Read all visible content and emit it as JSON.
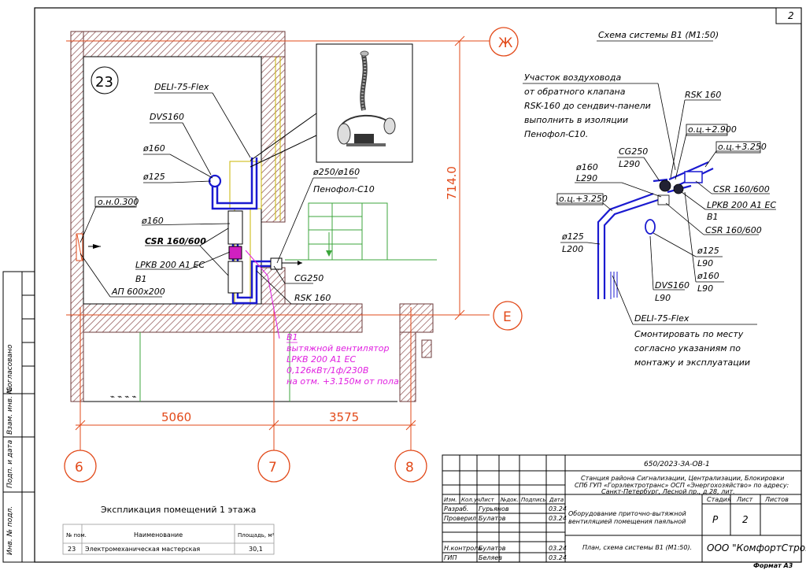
{
  "sheet_no": "2",
  "format": "Формат А3",
  "room_no": "23",
  "axes": {
    "zh": "Ж",
    "e": "Е",
    "a6": "6",
    "a7": "7",
    "a8": "8"
  },
  "dims": {
    "d1": "5060",
    "d2": "3575",
    "v1": "714.0"
  },
  "plan_labels": {
    "deli": "DELI-75-Flex",
    "dvs": "DVS160",
    "d160a": "ø160",
    "d125": "ø125",
    "d160b": "ø160",
    "onlevel": "о.н.0.300",
    "csr": "CSR 160/600",
    "lpkb": "LPKB 200 A1 EC",
    "b1": "B1",
    "ap": "АП 600х200",
    "d250": "ø250/ø160",
    "penofol": "Пенофол-С10",
    "cg": "CG250",
    "rsk": "RSK 160"
  },
  "fan_note": [
    "B1",
    "вытяжной вентилятор",
    "LPKB 200 A1 EC",
    "0,126кВт/1ф/230В",
    "на отм. +3.150м от пола"
  ],
  "scheme": {
    "title": "Схема системы В1 (М1:50)",
    "note": [
      "Участок воздуховода",
      "от обратного клапана",
      "RSK-160 до сендвич-панели",
      "выполнить в изоляции",
      "Пенофол-С10."
    ],
    "rsk": "RSK 160",
    "oc2900": "о.ц.+2.900",
    "oc3250a": "о.ц.+3.250",
    "cg250": "CG250",
    "l290a": "L290",
    "csr1": "CSR 160/600",
    "lpkb": "LPKB 200 A1 EC",
    "b1": "B1",
    "d160": "ø160",
    "l290b": "L290",
    "oc3250b": "о.ц.+3.250",
    "csr2": "CSR 160/600",
    "d125": "ø125",
    "l200": "L200",
    "d125b": "ø125",
    "l90a": "L90",
    "d160b": "ø160",
    "l90b": "L90",
    "dvs": "DVS160",
    "l90c": "L90",
    "deli": "DELI-75-Flex",
    "deli_note": [
      "Смонтировать по месту",
      "согласно указаниям по",
      "монтажу и эксплуатации"
    ]
  },
  "explication": {
    "title": "Экспликация помещений 1 этажа",
    "headers": [
      "№ пом.",
      "Наименование",
      "Площадь, м²"
    ],
    "rows": [
      [
        "23",
        "Электромеханическая мастерская",
        "30,1"
      ]
    ]
  },
  "stamp": {
    "code": "650/2023-ЗА-ОВ-1",
    "project": [
      "Станция района Сигнализации, Централизации, Блокировки",
      "СПб ГУП «Горэлектротранс» ОСП «Энергохозяйство» по адресу:",
      "Санкт-Петербург, Лесной пр., д.28, лит."
    ],
    "hdr": [
      "Изм.",
      "Кол.уч",
      "Лист",
      "№док.",
      "Подпись",
      "Дата"
    ],
    "people": [
      {
        "role": "Разраб.",
        "name": "Гурьянов",
        "date": "03.24"
      },
      {
        "role": "Проверил",
        "name": "Булатов",
        "date": "03.24"
      },
      {
        "role": "Н.контроль",
        "name": "Булатов",
        "date": "03.24"
      },
      {
        "role": "ГИП",
        "name": "Беляев",
        "date": "03.24"
      }
    ],
    "doc_title": [
      "Оборудование приточно-вытяжной",
      "вентиляцией помещения паяльной"
    ],
    "stage_hdr": [
      "Стадия",
      "Лист",
      "Листов"
    ],
    "stage": "Р",
    "sheet": "2",
    "plan_title": "План, схема системы В1 (М1:50).",
    "company": "ООО \"КомфортСтрой\""
  },
  "side": {
    "s1": "Согласовано",
    "s2": "Взам. инв. №",
    "s3": "Подп. и дата",
    "s4": "Инв. № подл."
  }
}
